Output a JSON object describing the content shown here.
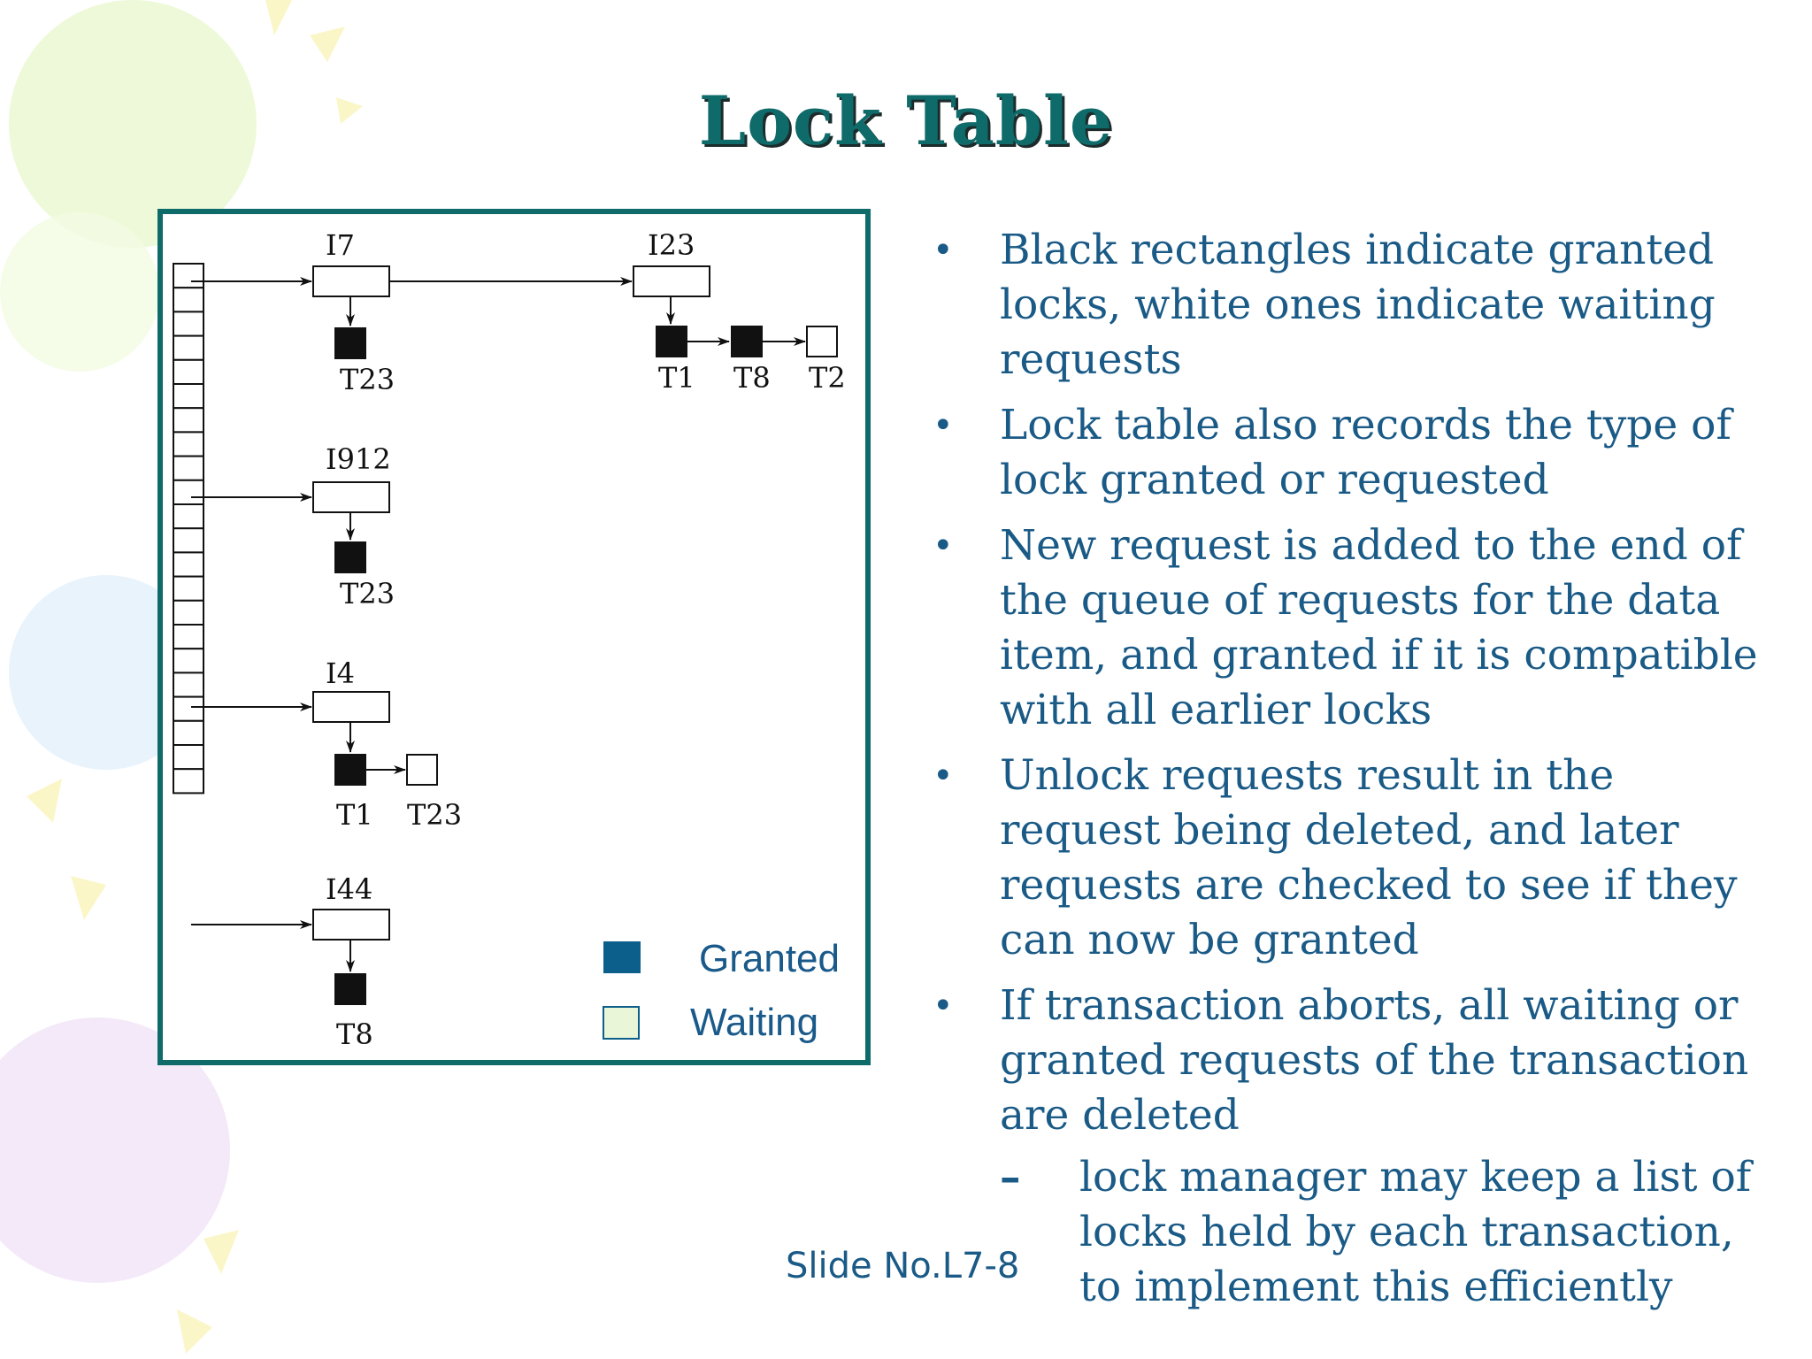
{
  "slide": {
    "title": "Lock Table",
    "slide_number": "Slide No.L7-8"
  },
  "diagram": {
    "items": [
      {
        "label": "I7",
        "queue": [
          {
            "txn": "T23",
            "state": "granted"
          }
        ]
      },
      {
        "label": "I23",
        "queue": [
          {
            "txn": "T1",
            "state": "granted"
          },
          {
            "txn": "T8",
            "state": "granted"
          },
          {
            "txn": "T2",
            "state": "waiting"
          }
        ]
      },
      {
        "label": "I912",
        "queue": [
          {
            "txn": "T23",
            "state": "granted"
          }
        ]
      },
      {
        "label": "I4",
        "queue": [
          {
            "txn": "T1",
            "state": "granted"
          },
          {
            "txn": "T23",
            "state": "waiting"
          }
        ]
      },
      {
        "label": "I44",
        "queue": [
          {
            "txn": "T8",
            "state": "granted"
          }
        ]
      }
    ],
    "legend": [
      {
        "label": "Granted",
        "color": "#0b5f8a"
      },
      {
        "label": "Waiting",
        "color": "#eaf6d8"
      }
    ]
  },
  "bullets": [
    "Black rectangles indicate granted locks, white ones indicate waiting requests",
    "Lock table also records the type of lock granted or requested",
    "New request is added to the end of the queue of requests for the data item, and granted if it is compatible with all earlier locks",
    "Unlock requests result in the request being deleted, and later requests are checked to see if they can now be granted",
    "If transaction aborts, all waiting or granted requests of the transaction are deleted"
  ],
  "sub_bullets": [
    "lock manager may keep a list of locks held by each transaction, to implement this efficiently"
  ],
  "colors": {
    "title": "#0f6a6a",
    "text": "#1a5a86",
    "frame": "#0f6a6a"
  }
}
